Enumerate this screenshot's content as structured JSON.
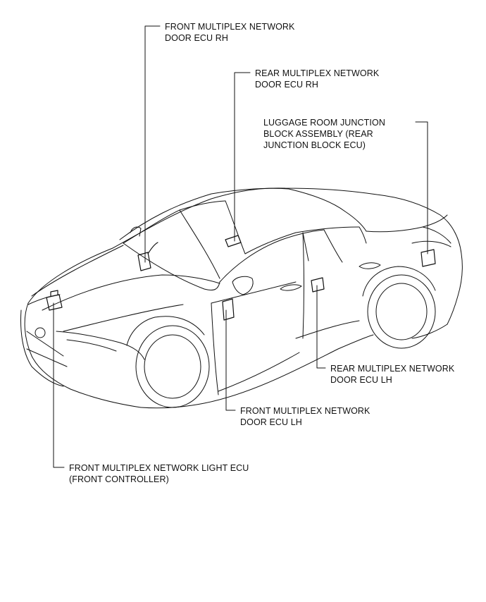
{
  "labels": {
    "front_door_ecu_rh": [
      "FRONT MULTIPLEX NETWORK",
      "DOOR ECU RH"
    ],
    "rear_door_ecu_rh": [
      "REAR MULTIPLEX NETWORK",
      "DOOR ECU RH"
    ],
    "luggage_room_junction": [
      "LUGGAGE ROOM JUNCTION",
      "BLOCK ASSEMBLY (REAR",
      "JUNCTION BLOCK ECU)"
    ],
    "rear_door_ecu_lh": [
      "REAR MULTIPLEX NETWORK",
      "DOOR ECU LH"
    ],
    "front_door_ecu_lh": [
      "FRONT MULTIPLEX NETWORK",
      "DOOR ECU LH"
    ],
    "front_light_ecu": [
      "FRONT MULTIPLEX NETWORK LIGHT ECU",
      "(FRONT CONTROLLER)"
    ]
  },
  "colors": {
    "line": "#111111",
    "background": "#ffffff"
  }
}
